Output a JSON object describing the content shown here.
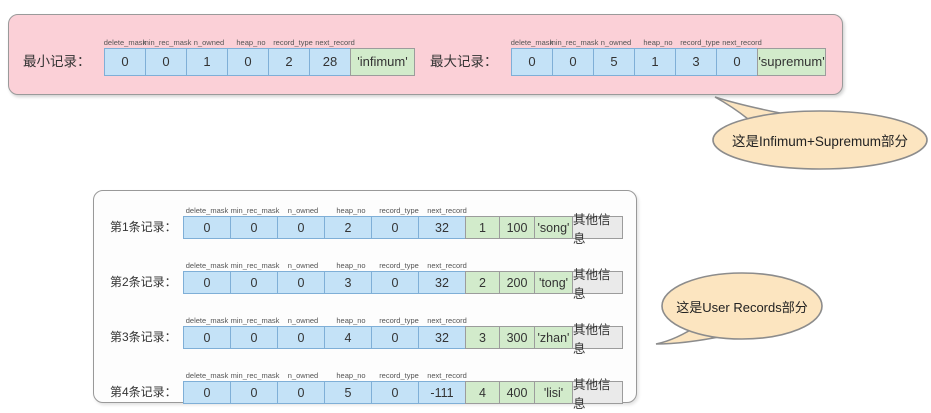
{
  "colors": {
    "section_pink": "#fbd0d7",
    "cell_blue": "#c4e2f7",
    "cell_blue_border": "#7fafd7",
    "cell_green": "#d2ebcb",
    "cell_gray": "#eaeaea",
    "callout_peach": "#fce5c0",
    "border_gray": "#999999"
  },
  "field_headers": [
    "delete_mask",
    "min_rec_mask",
    "n_owned",
    "heap_no",
    "record_type",
    "next_record"
  ],
  "top_section": {
    "min_record": {
      "label": "最小记录：",
      "values": [
        "0",
        "0",
        "1",
        "0",
        "2",
        "28"
      ],
      "name_cell": "'infimum'"
    },
    "max_record": {
      "label": "最大记录：",
      "values": [
        "0",
        "0",
        "5",
        "1",
        "3",
        "0"
      ],
      "name_cell": "'supremum'"
    },
    "callout": "这是Infimum+Supremum部分"
  },
  "user_records": {
    "rows": [
      {
        "label": "第1条记录：",
        "values": [
          "0",
          "0",
          "0",
          "2",
          "0",
          "32"
        ],
        "extras": [
          "1",
          "100",
          "'song'"
        ],
        "other": "其他信息"
      },
      {
        "label": "第2条记录：",
        "values": [
          "0",
          "0",
          "0",
          "3",
          "0",
          "32"
        ],
        "extras": [
          "2",
          "200",
          "'tong'"
        ],
        "other": "其他信息"
      },
      {
        "label": "第3条记录：",
        "values": [
          "0",
          "0",
          "0",
          "4",
          "0",
          "32"
        ],
        "extras": [
          "3",
          "300",
          "'zhan'"
        ],
        "other": "其他信息"
      },
      {
        "label": "第4条记录：",
        "values": [
          "0",
          "0",
          "0",
          "5",
          "0",
          "-111"
        ],
        "extras": [
          "4",
          "400",
          "'lisi'"
        ],
        "other": "其他信息"
      }
    ],
    "callout": "这是User Records部分"
  }
}
